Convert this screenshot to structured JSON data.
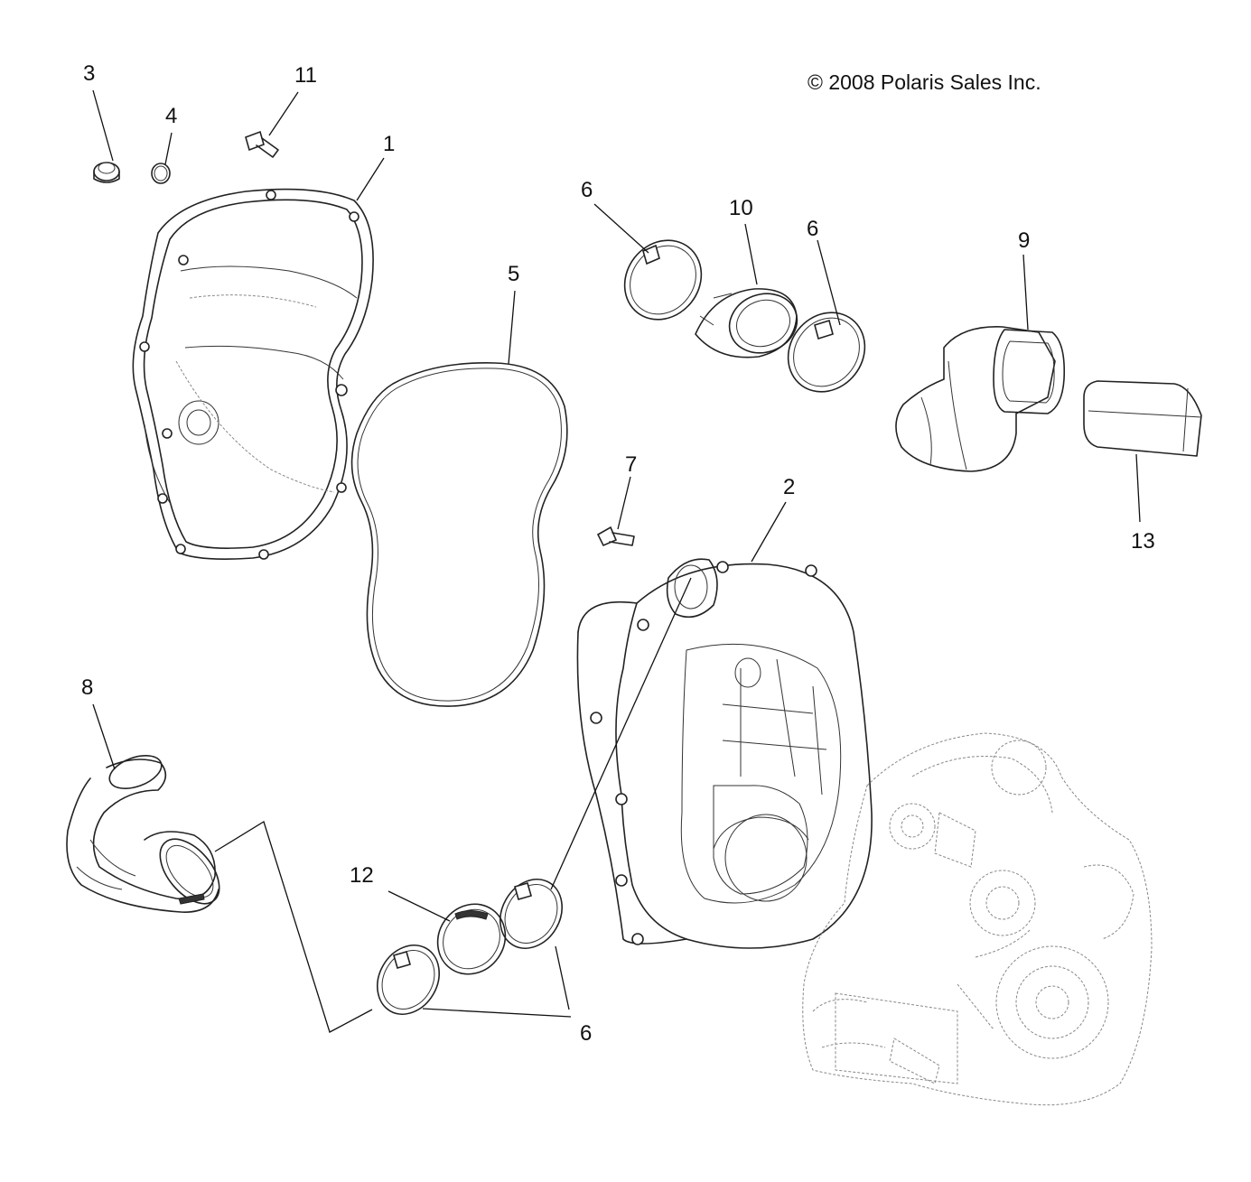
{
  "copyright": "© 2008 Polaris Sales Inc.",
  "callouts": {
    "c1": "1",
    "c2": "2",
    "c3": "3",
    "c4": "4",
    "c5": "5",
    "c6a": "6",
    "c6b": "6",
    "c6c": "6",
    "c7": "7",
    "c8": "8",
    "c9": "9",
    "c10": "10",
    "c11": "11",
    "c12": "12",
    "c13": "13"
  }
}
